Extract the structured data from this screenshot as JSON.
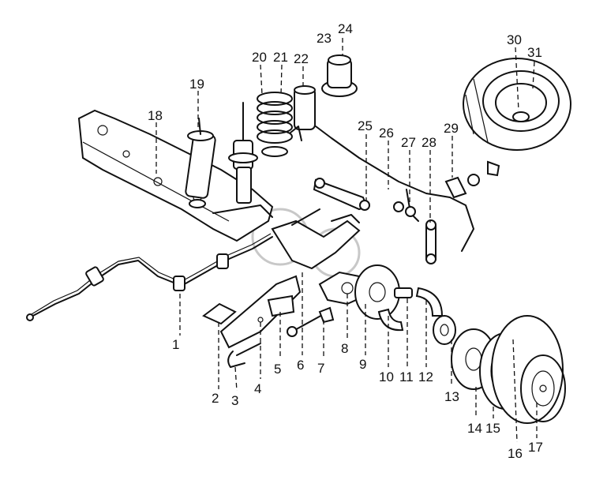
{
  "callouts": [
    "1",
    "2",
    "3",
    "4",
    "5",
    "6",
    "7",
    "8",
    "9",
    "10",
    "11",
    "12",
    "13",
    "14",
    "15",
    "16",
    "17",
    "18",
    "19",
    "20",
    "21",
    "22",
    "23",
    "24",
    "25",
    "26",
    "27",
    "28",
    "29",
    "30",
    "31"
  ]
}
